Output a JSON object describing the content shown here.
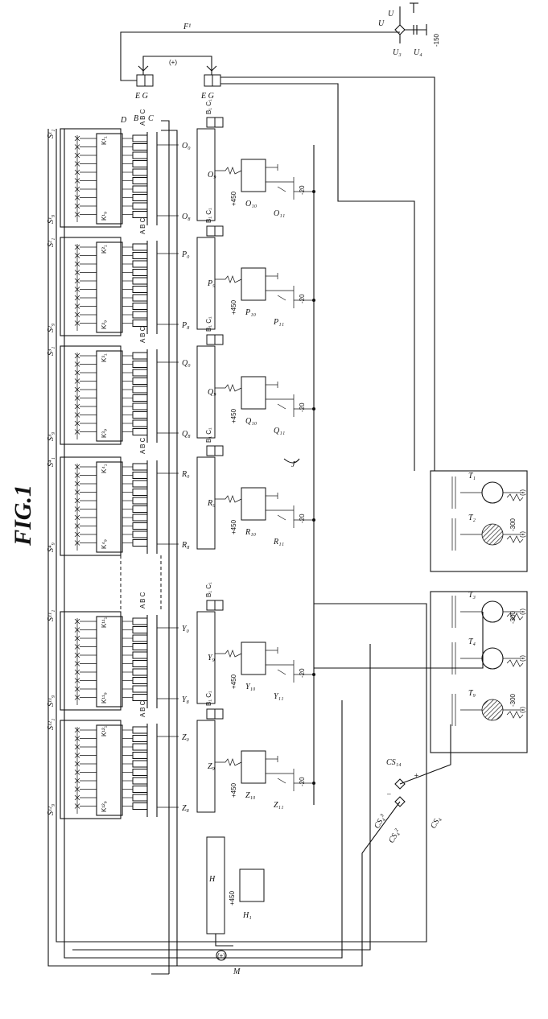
{
  "figure": {
    "title": "FIG.1"
  },
  "colors": {
    "ink": "#111111",
    "paper": "#ffffff"
  },
  "labels": {
    "F1": "F¹",
    "EG_left": "E G",
    "EG_right": "E G",
    "plus_sign": "(+)",
    "U1": "U",
    "U1b": "U",
    "U3": "U₃",
    "U4": "U₄",
    "minus150": "-150",
    "J": "J",
    "M": "M",
    "plusM": "(+)",
    "B1C1": "B₁ C₁",
    "ABC": "A B C",
    "D": "D",
    "B": "B",
    "C": "C",
    "CS4": "CS₄",
    "CS4_1": "CS₁₄",
    "CS4_2": "CS₄²",
    "CS4_3": "CS₄³",
    "O9": "O₉",
    "O10": "O₁₀",
    "O11": "O₁₁",
    "P9": "P₉",
    "P10": "P₁₀",
    "P11": "P₁₁",
    "Q9": "Q₉",
    "Q10": "Q₁₀",
    "Q11": "Q₁₁",
    "R9": "R₉",
    "R10": "R₁₀",
    "R11": "R₁₁",
    "Y9": "Y₉",
    "Y10": "Y₁₀",
    "Y11": "Y₁₁",
    "Z9": "Z₉",
    "Z10": "Z₁₀",
    "Z11": "Z₁₁",
    "H": "H",
    "H1": "H₁",
    "plus450": "+450",
    "minus20": "-20",
    "minus300": "-300",
    "minus_sign": "(-)",
    "T1": "T₁",
    "T2": "T₂",
    "T3": "T₃",
    "T4": "T₄",
    "T9": "T₉",
    "S1_1": "S¹₁",
    "S1_9": "S¹₉",
    "S2_1": "S²₁",
    "S2_9": "S²₉",
    "S3_1": "S³₁",
    "S3_9": "S³₉",
    "S4_1": "S⁴₁",
    "S4_9": "S⁴₉",
    "S11_1": "S¹¹₁",
    "S11_9": "S¹¹₉",
    "S12_1": "S¹²₁",
    "S12_9": "S¹²₉",
    "K1_1": "K¹₁",
    "K1_9": "K¹₉",
    "K2_1": "K²₁",
    "K2_9": "K²₉",
    "K3_1": "K³₁",
    "K3_9": "K³₉",
    "K4_1": "K⁴₁",
    "K4_9": "K⁴₉",
    "K11_1": "K¹¹₁",
    "K11_9": "K¹¹₉",
    "K12_1": "K¹²₁",
    "K12_9": "K¹²₉",
    "O0": "O₀",
    "O8": "O₈",
    "P0": "P₀",
    "P8": "P₈",
    "Q0": "Q₀",
    "Q8": "Q₈",
    "R0": "R₀",
    "R8": "R₈",
    "Y0": "Y₀",
    "Y8": "Y₈",
    "Z0": "Z₀",
    "Z8": "Z₈"
  }
}
